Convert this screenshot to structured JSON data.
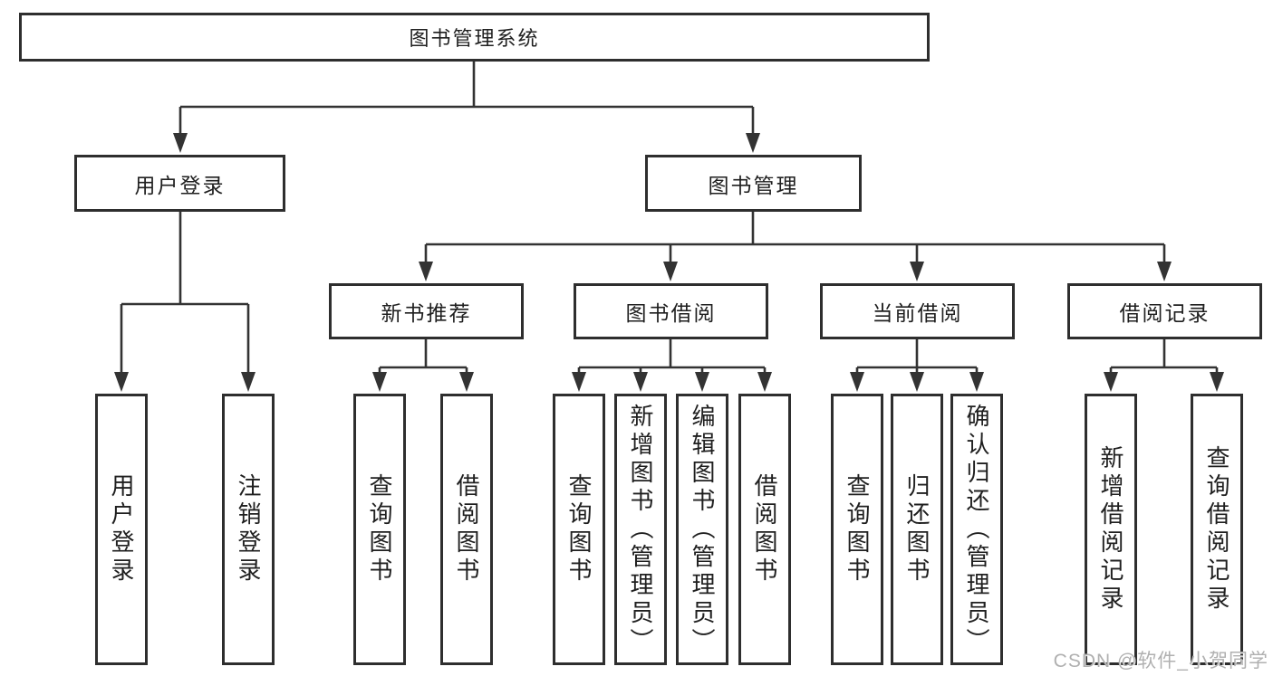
{
  "diagram": {
    "title": "图书管理系统",
    "root": {
      "label": "图书管理系统"
    },
    "branches": [
      {
        "label": "用户登录"
      },
      {
        "label": "图书管理"
      }
    ],
    "modules": [
      {
        "label": "新书推荐"
      },
      {
        "label": "图书借阅"
      },
      {
        "label": "当前借阅"
      },
      {
        "label": "借阅记录"
      }
    ],
    "leaves": [
      {
        "label": "用户登录"
      },
      {
        "label": "注销登录"
      },
      {
        "label": "查询图书"
      },
      {
        "label": "借阅图书"
      },
      {
        "label": "查询图书"
      },
      {
        "label": "新增图书（管理员）"
      },
      {
        "label": "编辑图书（管理员）"
      },
      {
        "label": "借阅图书"
      },
      {
        "label": "查询图书"
      },
      {
        "label": "归还图书"
      },
      {
        "label": "确认归还（管理员）"
      },
      {
        "label": "新增借阅记录"
      },
      {
        "label": "查询借阅记录"
      }
    ]
  },
  "watermark": {
    "text": "CSDN @软件_小贺同学"
  },
  "colors": {
    "line": "#333333",
    "box_border": "#2e2e2e",
    "text": "#1f1f1f",
    "watermark": "#b0b0b0",
    "background": "#ffffff"
  }
}
